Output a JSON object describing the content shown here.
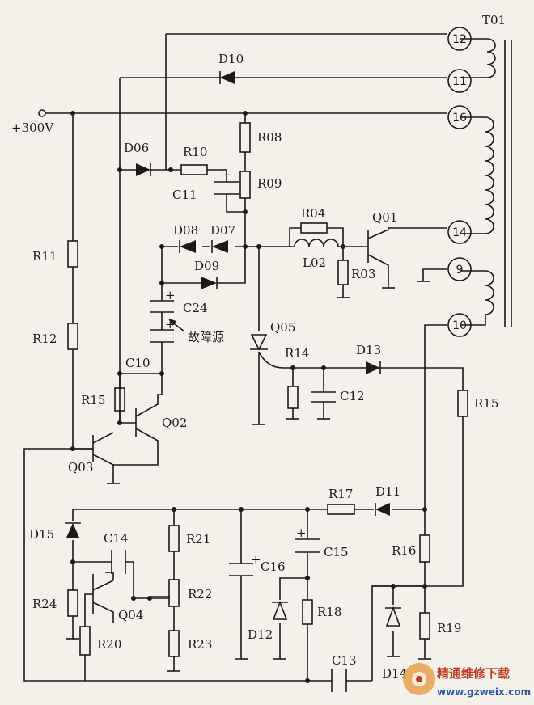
{
  "labels": {
    "T01": "T01",
    "V300": "+300V",
    "D10": "D10",
    "D06": "D06",
    "R10": "R10",
    "R08": "R08",
    "R09": "R09",
    "C11": "C11",
    "D08": "D08",
    "D07": "D07",
    "R04": "R04",
    "Q01": "Q01",
    "L02": "L02",
    "R03": "R03",
    "D09": "D09",
    "R11": "R11",
    "R12": "R12",
    "C24": "C24",
    "fault": "故障源",
    "Q05": "Q05",
    "R14": "R14",
    "D13": "D13",
    "C10": "C10",
    "C12": "C12",
    "R15a": "R15",
    "R15b": "R15",
    "Q02": "Q02",
    "Q03": "Q03",
    "R17": "R17",
    "D11": "D11",
    "D15": "D15",
    "C14": "C14",
    "R21": "R21",
    "C15": "C15",
    "C16": "C16",
    "R16": "R16",
    "R24": "R24",
    "R22": "R22",
    "Q04": "Q04",
    "R18": "R18",
    "D12": "D12",
    "R20": "R20",
    "R23": "R23",
    "R19": "R19",
    "C13": "C13",
    "D14": "D14"
  },
  "pins": {
    "p12": "12",
    "p11": "11",
    "p16": "16",
    "p14": "14",
    "p9": "9",
    "p10": "10"
  },
  "watermark": {
    "title": "精通维修下载",
    "url": "www.gzweix.com"
  }
}
